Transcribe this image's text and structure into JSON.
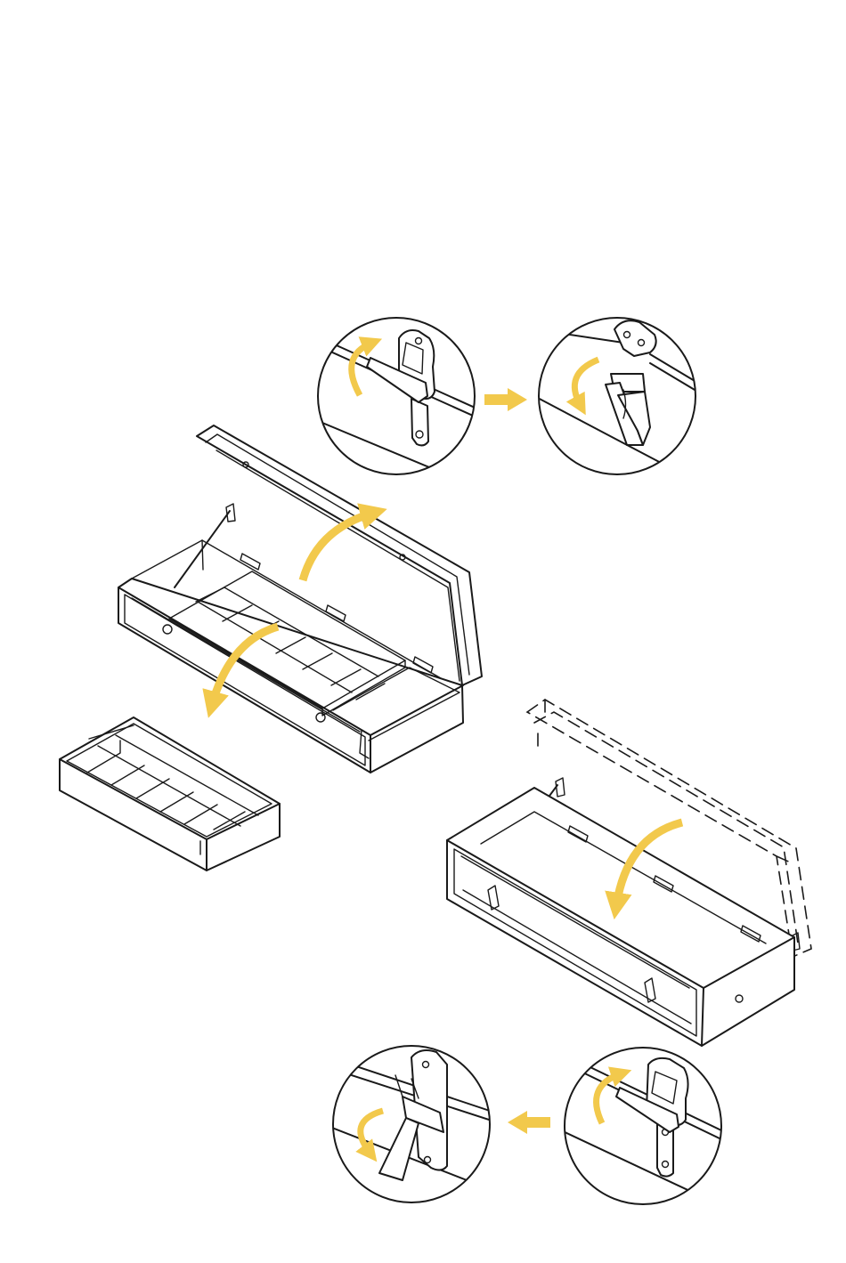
{
  "diagram": {
    "accent_color": "#F2C94C",
    "ink_color": "#1a1a1a",
    "background_color": "#ffffff",
    "steps": [
      {
        "id": "step-1",
        "content": "latch-open-detail"
      },
      {
        "id": "step-2",
        "content": "latch-released-detail"
      },
      {
        "id": "step-3",
        "content": "open-toolbox-tray-removed"
      },
      {
        "id": "step-4",
        "content": "toolbox-closing-lid"
      },
      {
        "id": "step-5",
        "content": "latch-hook-detail"
      },
      {
        "id": "step-6",
        "content": "latch-locked-detail"
      }
    ],
    "icons": [
      "arrow-right-icon",
      "arrow-left-icon",
      "curved-arrow-icon",
      "screw-icon"
    ]
  }
}
